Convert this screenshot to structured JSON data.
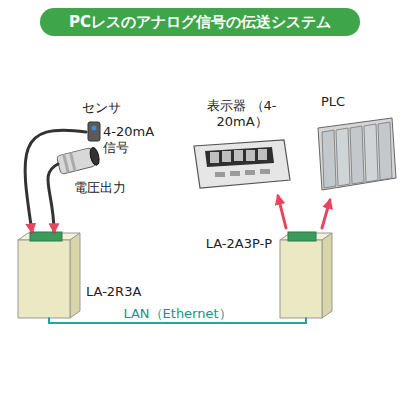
{
  "diagram": {
    "title": "PCレスのアナログ信号の伝送システム",
    "nodes": [
      {
        "text": [
          "4-20mA 信号"
        ]
      },
      {
        "text": [
          "電圧出力"
        ]
      },
      {
        "text": [
          "表示器 （4-20mA）"
        ]
      },
      {
        "text": [
          "PLC"
        ]
      },
      {
        "text": [
          "LA-2R3A"
        ]
      },
      {
        "text": [
          "LA-2A3P-P"
        ]
      }
    ],
    "edges": [
      {
        "from": 0,
        "to": 4,
        "arrow": "to"
      },
      {
        "from": 1,
        "to": 4,
        "arrow": "to"
      },
      {
        "from": 4,
        "to": 5,
        "arrow": "none",
        "label": "LAN（Ethernet）"
      },
      {
        "from": 5,
        "to": 2,
        "arrow": "to"
      },
      {
        "from": 5,
        "to": 3,
        "arrow": "to"
      }
    ],
    "labels": [
      "センサ"
    ]
  }
}
